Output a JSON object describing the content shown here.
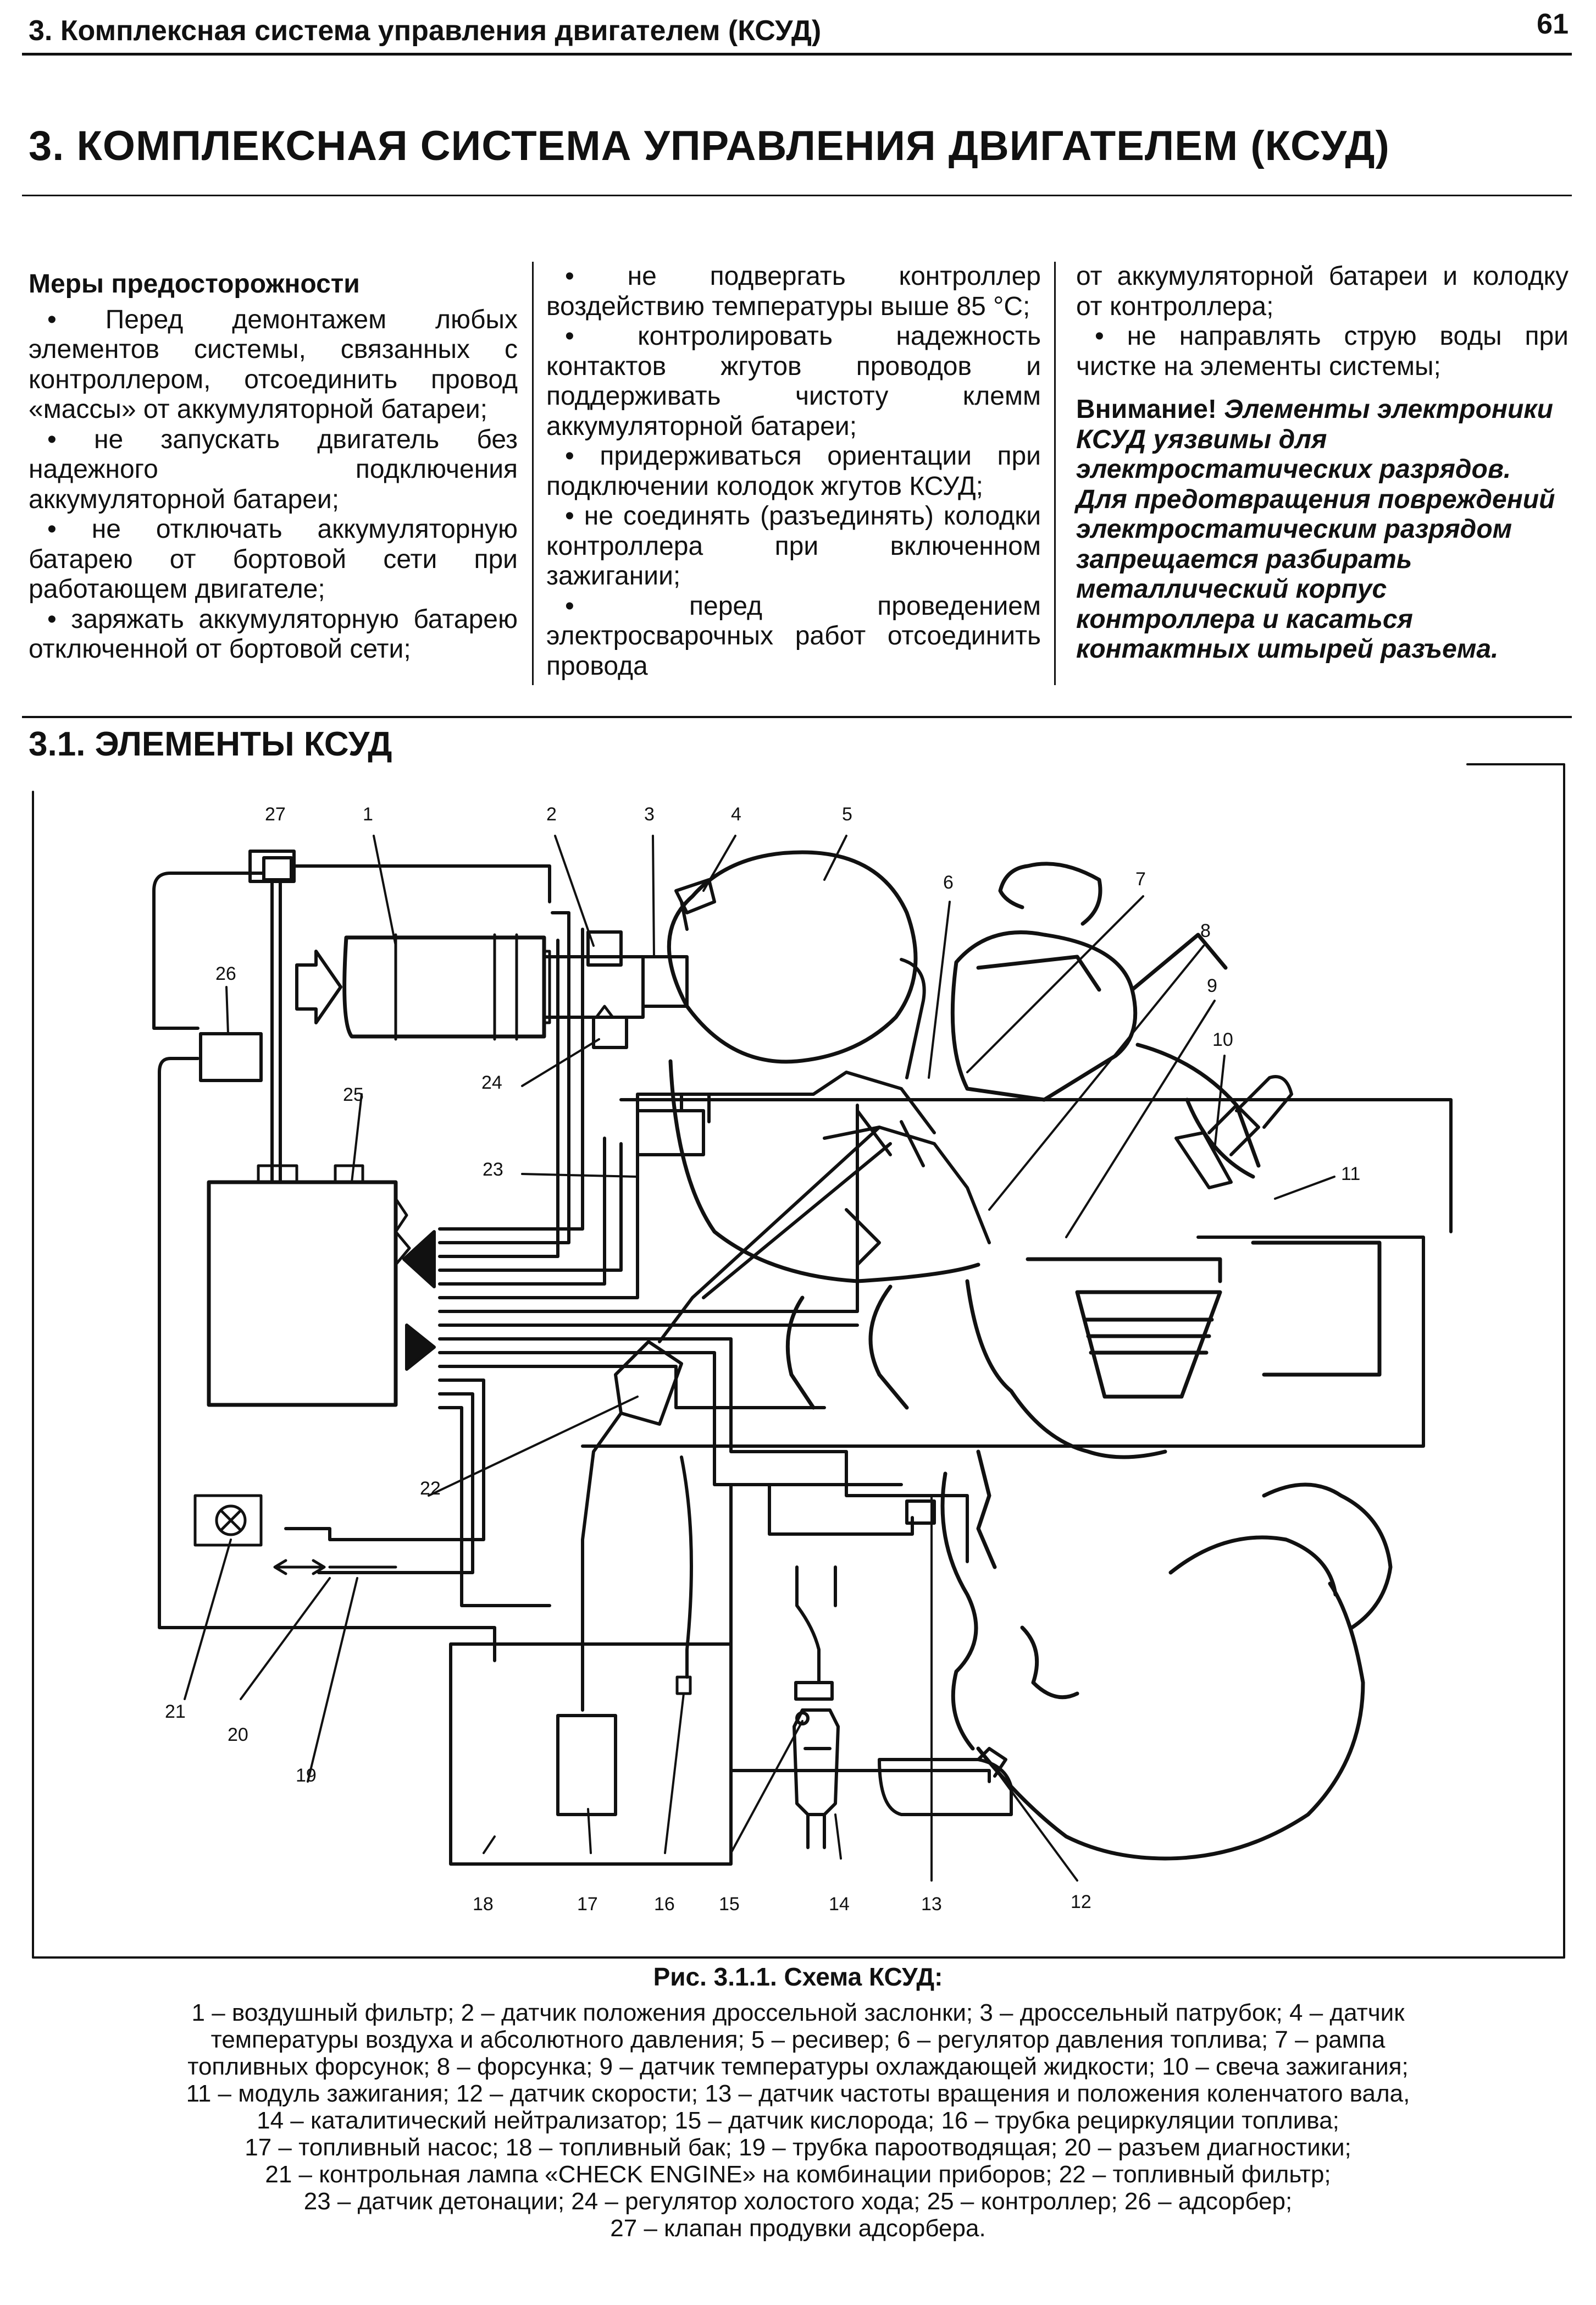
{
  "header": {
    "running_title": "3. Комплексная система управления двигателем (КСУД)",
    "page_number": "61"
  },
  "main_title": "3. КОМПЛЕКСНАЯ СИСТЕМА УПРАВЛЕНИЯ ДВИГАТЕЛЕМ (КСУД)",
  "precautions": {
    "subtitle": "Меры предосторожности",
    "col1": [
      "• Перед демонтажем любых элементов системы, связанных с контроллером, отсоединить провод «массы» от аккумуляторной батареи;",
      "• не запускать двигатель без надежного подключения аккумуляторной батареи;",
      "• не отключать аккумуляторную батарею от бортовой сети при работающем двигателе;",
      "• заряжать аккумуляторную батарею отключенной от бортовой сети;"
    ],
    "col2": [
      "• не подвергать контроллер воздействию температуры выше 85 °С;",
      "• контролировать надежность контактов жгутов проводов и поддерживать чистоту клемм аккумуляторной батареи;",
      "• придерживаться ориентации при подключении колодок жгутов КСУД;",
      "• не соединять (разъединять) колодки контроллера при включенном зажигании;",
      "• перед проведением электросварочных работ отсоединить провода"
    ],
    "col3": [
      "от аккумуляторной батареи и колодку от контроллера;",
      "• не направлять струю воды при чистке на элементы системы;"
    ],
    "warning_lead": "Внимание!",
    "warning_text": "Элементы электроники КСУД уязвимы для электростатических разрядов. Для предотвращения повреждений электростатическим разрядом запрещается разбирать металлический корпус контроллера и касаться контактных штырей разъема."
  },
  "section_title": "3.1. ЭЛЕМЕНТЫ КСУД",
  "figure": {
    "callouts": [
      "1",
      "2",
      "3",
      "4",
      "5",
      "6",
      "7",
      "8",
      "9",
      "10",
      "11",
      "12",
      "13",
      "14",
      "15",
      "16",
      "17",
      "18",
      "19",
      "20",
      "21",
      "22",
      "23",
      "24",
      "25",
      "26",
      "27"
    ],
    "caption": "Рис. 3.1.1. Схема КСУД:",
    "legend": [
      "1 – воздушный фильтр; 2 – датчик положения дроссельной заслонки; 3 – дроссельный патрубок; 4 – датчик",
      "температуры воздуха и абсолютного давления; 5 – ресивер; 6 – регулятор давления топлива; 7 – рампа",
      "топливных форсунок; 8 – форсунка; 9 – датчик температуры охлаждающей жидкости; 10 – свеча зажигания;",
      "11 – модуль зажигания; 12 – датчик скорости; 13 – датчик частоты вращения и положения коленчатого вала,",
      "14 – каталитический нейтрализатор; 15 – датчик кислорода; 16 – трубка рециркуляции топлива;",
      "17 – топливный насос; 18 – топливный бак; 19 – трубка пароотводящая; 20 – разъем диагностики;",
      "21 – контрольная лампа «CHECK ENGINE» на комбинации приборов; 22 – топливный фильтр;",
      "23 – датчик детонации; 24 – регулятор холостого хода; 25 – контроллер; 26 – адсорбер;",
      "27 – клапан продувки адсорбера."
    ]
  }
}
